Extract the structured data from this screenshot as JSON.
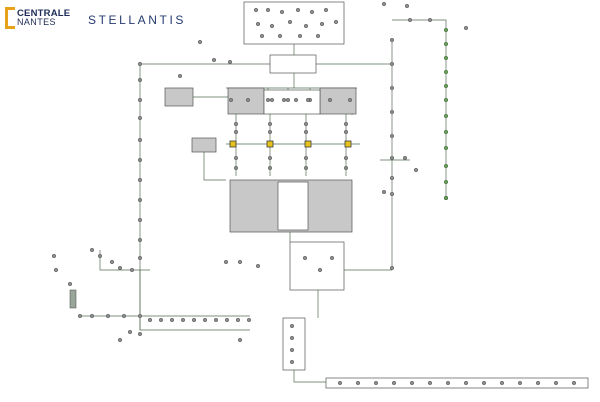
{
  "logos": {
    "centrale_line1": "CENTRALE",
    "centrale_line2": "NANTES",
    "stellantis": "STELLANTIS",
    "centrale_color": "#e8a21a",
    "navy": "#1d2b56"
  },
  "colors": {
    "line": "#556b55",
    "node_green": "#5fa84a",
    "node_gray": "#8c8c8c",
    "module_fill": "#c8c8c8",
    "station_yellow": "#e8c21c",
    "station_dark": "#3a3a3a"
  },
  "icons": {
    "node": "circle-node-icon",
    "queue": "queue-icon",
    "station": "station-icon"
  }
}
